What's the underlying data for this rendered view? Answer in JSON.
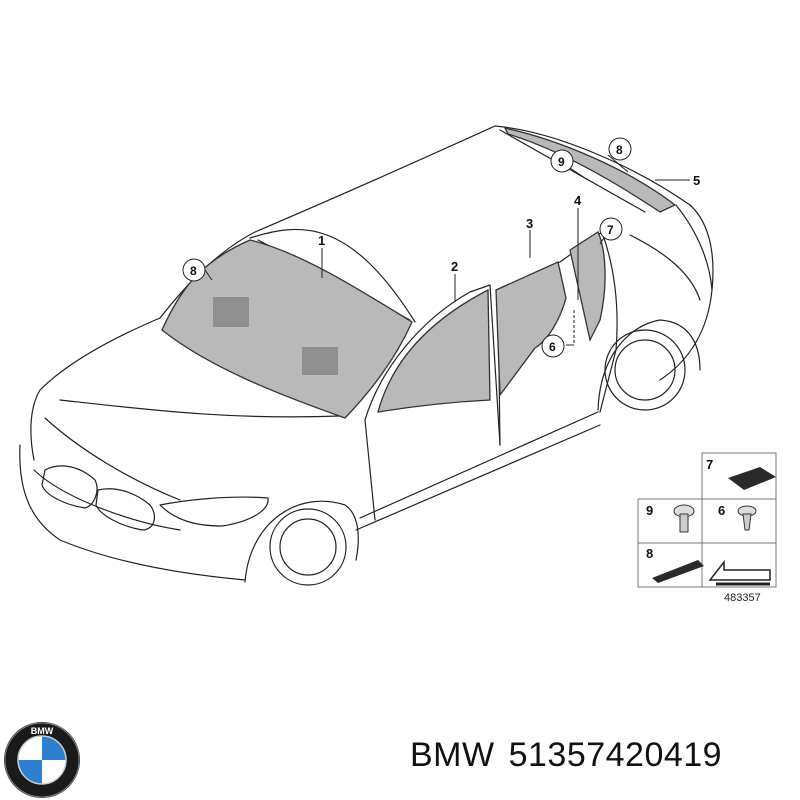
{
  "diagram": {
    "callouts": [
      "1",
      "2",
      "3",
      "4",
      "5",
      "6",
      "7",
      "8",
      "8",
      "9"
    ],
    "legend": [
      {
        "number": "7",
        "part": "foam-pad"
      },
      {
        "number": "9",
        "part": "screw"
      },
      {
        "number": "6",
        "part": "clip"
      },
      {
        "number": "8",
        "part": "foam-strip"
      }
    ],
    "reference_number": "483357"
  },
  "footer": {
    "brand": "BMW",
    "part_number": "51357420419",
    "logo_letters": "BMW",
    "colors": {
      "logo_blue": "#2f7fd0",
      "logo_ring": "#1a1a1a"
    }
  }
}
